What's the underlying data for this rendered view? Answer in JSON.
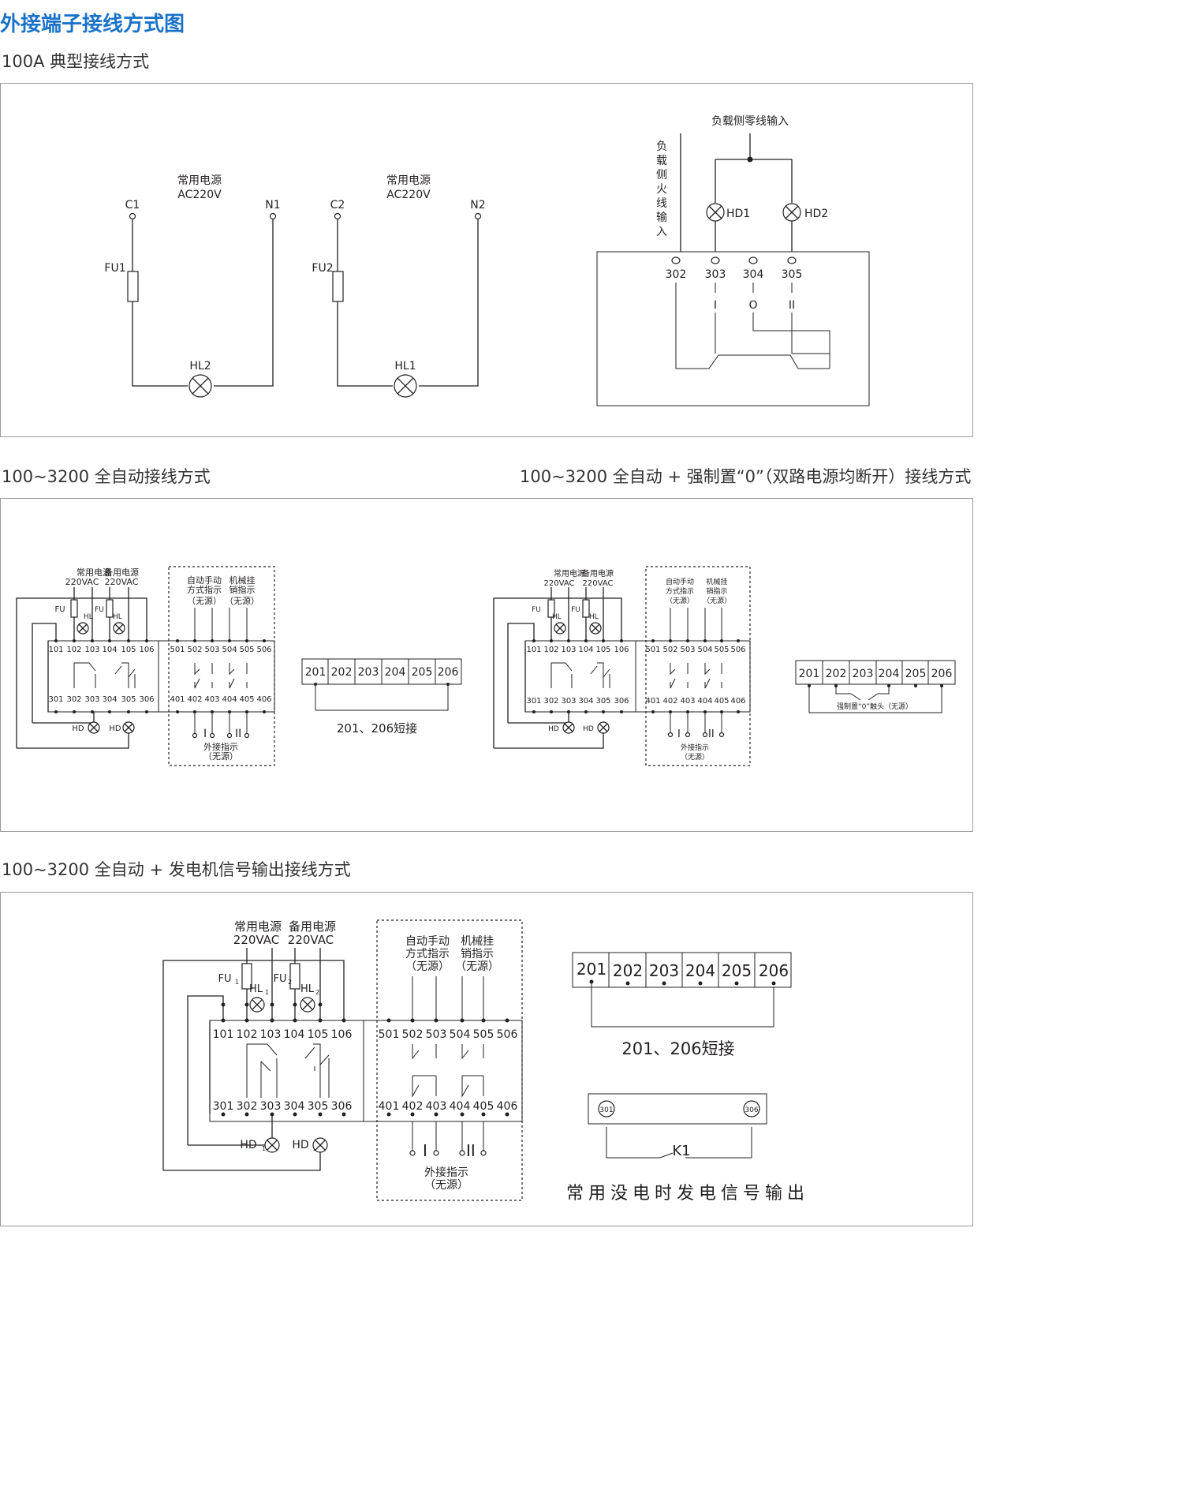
{
  "page": {
    "heading": "外接端子接线方式图",
    "section1_title": "100A 典型接线方式",
    "section2_left_title": "100~3200 全自动接线方式",
    "section2_right_title": "100~3200 全自动 + 强制置“0”（双路电源均断开）接线方式",
    "section3_title": "100~3200 全自动 + 发电机信号输出接线方式"
  },
  "d1": {
    "source_label": "常用电源",
    "voltage_label": "AC220V",
    "c1": "C1",
    "n1": "N1",
    "c2": "C2",
    "n2": "N2",
    "fu1": "FU1",
    "fu2": "FU2",
    "hl1": "HL1",
    "hl2": "HL2",
    "neutral_input": "负载侧零线输入",
    "live_input": [
      "负",
      "载",
      "侧",
      "火",
      "线",
      "输",
      "入"
    ],
    "hd1": "HD1",
    "hd2": "HD2",
    "terminals": [
      "302",
      "303",
      "304",
      "305"
    ],
    "positions": [
      "I",
      "O",
      "II"
    ]
  },
  "common": {
    "source_common": "常用电源",
    "source_backup": "备用电源",
    "vac": "220VAC",
    "auto_manual": [
      "自动手动",
      "方式指示",
      "（无源）"
    ],
    "mech_lock": [
      "机械挂",
      "销指示",
      "（无源）"
    ],
    "ext_indicator": [
      "外接指示",
      "（无源）"
    ],
    "fu1": "FU",
    "fu2": "FU",
    "sub1": "1",
    "sub2": "2",
    "hl": "HL",
    "hd": "HD",
    "pos_i": "I",
    "pos_ii": "II",
    "top_terms": [
      "101",
      "102",
      "103",
      "104",
      "105",
      "106"
    ],
    "bottom_terms": [
      "301",
      "302",
      "303",
      "304",
      "305",
      "306"
    ],
    "top_terms_r": [
      "501",
      "502",
      "503",
      "504",
      "505",
      "506"
    ],
    "bottom_terms_r": [
      "401",
      "402",
      "403",
      "404",
      "405",
      "406"
    ],
    "aux_terms": [
      "201",
      "202",
      "203",
      "204",
      "205",
      "206"
    ],
    "short_label": "201、206短接",
    "force_zero_label": "强制置“0”触头（无源）"
  },
  "d4": {
    "k1_left": "301",
    "k1_right": "306",
    "k1_label": "K1",
    "gen_signal": "常用没电时发电信号输出"
  }
}
